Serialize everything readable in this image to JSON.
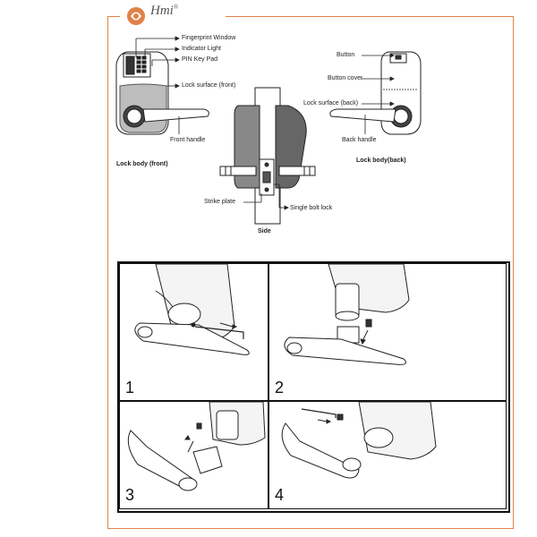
{
  "brand": {
    "name": "Hmi",
    "registered_mark": "®",
    "accent_color": "#e0824a"
  },
  "front": {
    "labels": {
      "fingerprint_window": "Fingerprint Window",
      "indicator_light": "Indicator Light",
      "pin_key_pad": "PIN Key Pad",
      "lock_surface_front": "Lock surface (front)",
      "front_handle": "Front handle"
    },
    "caption": "Lock body (front)"
  },
  "back": {
    "labels": {
      "button": "Button",
      "button_cover": "Button cover",
      "lock_surface_back": "Lock surface (back)",
      "back_handle": "Back handle"
    },
    "caption": "Lock body(back)"
  },
  "side": {
    "labels": {
      "strike_plate": "Strike plate",
      "single_bolt_lock": "Single bolt lock"
    },
    "caption": "Side"
  },
  "steps": [
    "1",
    "2",
    "3",
    "4"
  ]
}
